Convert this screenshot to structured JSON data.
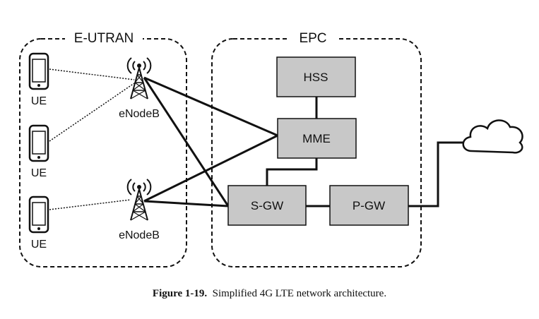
{
  "groups": {
    "eutran": "E-UTRAN",
    "epc": "EPC"
  },
  "nodes": {
    "ue": "UE",
    "enodeb": "eNodeB",
    "hss": "HSS",
    "mme": "MME",
    "sgw": "S-GW",
    "pgw": "P-GW"
  },
  "caption": {
    "label": "Figure 1-19.",
    "text": "Simplified 4G LTE network architecture."
  },
  "colors": {
    "box_fill": "#c8c8c8",
    "stroke": "#111111"
  },
  "icons": [
    "phone-icon",
    "tower-icon",
    "cloud-icon"
  ]
}
